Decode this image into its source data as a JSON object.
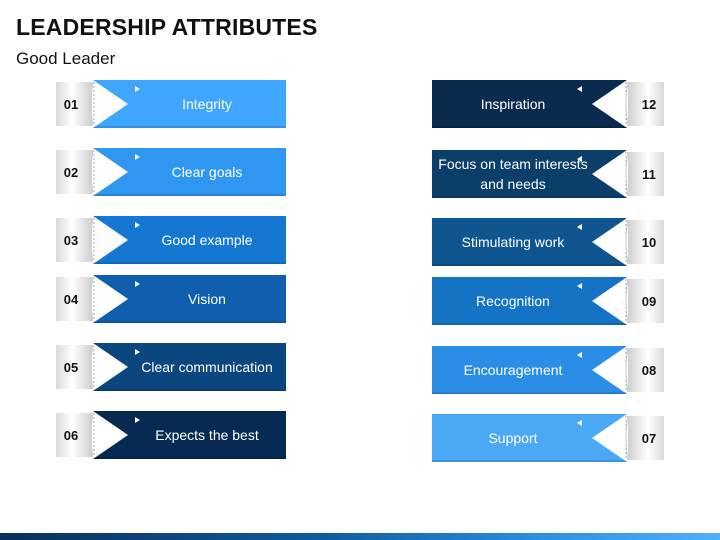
{
  "title": "LEADERSHIP ATTRIBUTES",
  "subtitle": "Good Leader",
  "colors": {
    "light_blue": "#3aa0ff",
    "mid_blue": "#1a78d4",
    "blue": "#0f62b8",
    "steel_blue": "#0d559c",
    "navy": "#0a3f72",
    "dark_navy": "#072a52",
    "dark_teal": "#0b3d66",
    "pale_blue": "#5ab2f5"
  },
  "left_items": [
    {
      "number": "01",
      "label": "Integrity",
      "color": "#3ea6ff"
    },
    {
      "number": "02",
      "label": "Clear goals",
      "color": "#2f97f2"
    },
    {
      "number": "03",
      "label": "Good example",
      "color": "#1477d2"
    },
    {
      "number": "04",
      "label": "Vision",
      "color": "#0f5fae"
    },
    {
      "number": "05",
      "label": "Clear communication",
      "color": "#0b467f"
    },
    {
      "number": "06",
      "label": "Expects the best",
      "color": "#072a52"
    }
  ],
  "right_items": [
    {
      "number": "12",
      "label": "Inspiration",
      "color": "#0a2a50"
    },
    {
      "number": "11",
      "label": "Focus on team interests and needs",
      "color": "#0b3f6a"
    },
    {
      "number": "10",
      "label": "Stimulating work",
      "color": "#0f5690"
    },
    {
      "number": "09",
      "label": "Recognition",
      "color": "#1473c4"
    },
    {
      "number": "08",
      "label": "Encouragement",
      "color": "#2b8ee6"
    },
    {
      "number": "07",
      "label": "Support",
      "color": "#4aa8f4"
    }
  ]
}
